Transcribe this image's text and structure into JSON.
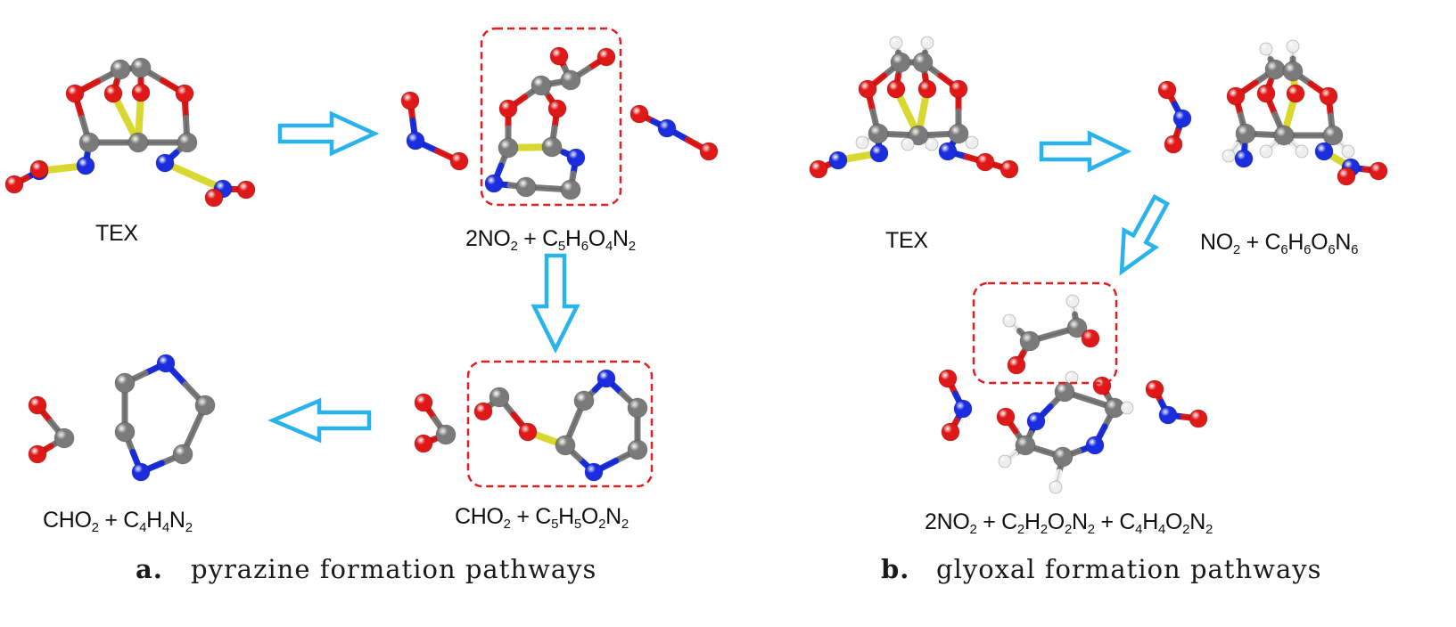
{
  "panel_a": {
    "reactant_label": "TEX",
    "step1_formula": [
      [
        "2NO",
        ""
      ],
      [
        "2",
        "sub"
      ],
      [
        " + C",
        ""
      ],
      [
        "5",
        "sub"
      ],
      [
        "H",
        ""
      ],
      [
        "6",
        "sub"
      ],
      [
        "O",
        ""
      ],
      [
        "4",
        "sub"
      ],
      [
        "N",
        ""
      ],
      [
        "2",
        "sub"
      ]
    ],
    "step2_formula": [
      [
        "CHO",
        ""
      ],
      [
        "2",
        "sub"
      ],
      [
        " + C",
        ""
      ],
      [
        "5",
        "sub"
      ],
      [
        "H",
        ""
      ],
      [
        "5",
        "sub"
      ],
      [
        "O",
        ""
      ],
      [
        "2",
        "sub"
      ],
      [
        "N",
        ""
      ],
      [
        "2",
        "sub"
      ]
    ],
    "product_formula": [
      [
        "CHO",
        ""
      ],
      [
        "2",
        "sub"
      ],
      [
        " + C",
        ""
      ],
      [
        "4",
        "sub"
      ],
      [
        "H",
        ""
      ],
      [
        "4",
        "sub"
      ],
      [
        "N",
        ""
      ],
      [
        "2",
        "sub"
      ]
    ],
    "caption_letter": "a.",
    "caption_text": "pyrazine formation pathways"
  },
  "panel_b": {
    "reactant_label": "TEX",
    "step1_formula": [
      [
        "NO",
        ""
      ],
      [
        "2",
        "sub"
      ],
      [
        " + C",
        ""
      ],
      [
        "6",
        "sub"
      ],
      [
        "H",
        ""
      ],
      [
        "6",
        "sub"
      ],
      [
        "O",
        ""
      ],
      [
        "6",
        "sub"
      ],
      [
        "N",
        ""
      ],
      [
        "6",
        "sub"
      ]
    ],
    "product_formula": [
      [
        "2NO",
        ""
      ],
      [
        "2",
        "sub"
      ],
      [
        " + C",
        ""
      ],
      [
        "2",
        "sub"
      ],
      [
        "H",
        ""
      ],
      [
        "2",
        "sub"
      ],
      [
        "O",
        ""
      ],
      [
        "2",
        "sub"
      ],
      [
        "N",
        ""
      ],
      [
        "2",
        "sub"
      ],
      [
        " + C",
        ""
      ],
      [
        "4",
        "sub"
      ],
      [
        "H",
        ""
      ],
      [
        "4",
        "sub"
      ],
      [
        "O",
        ""
      ],
      [
        "2",
        "sub"
      ],
      [
        "N",
        ""
      ],
      [
        "2",
        "sub"
      ]
    ],
    "caption_letter": "b.",
    "caption_text": "glyoxal formation pathways"
  },
  "colors": {
    "carbon": "#7a7a7a",
    "oxygen": "#e01818",
    "nitrogen": "#1a2ee0",
    "hydrogen": "#eeeeee",
    "sulfur_bond": "#d8d830",
    "arrow": "#29b3ea",
    "highlight_box": "#e02020"
  }
}
